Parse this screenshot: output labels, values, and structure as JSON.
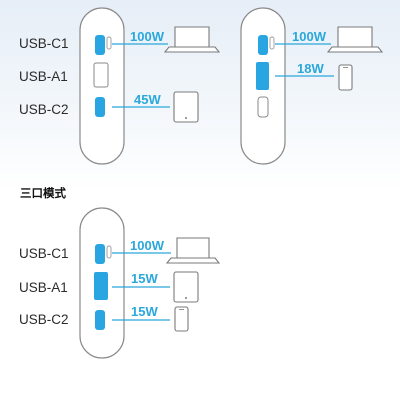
{
  "diagrams": [
    {
      "ports": [
        {
          "label": "USB-C1",
          "state": "active",
          "wattage": "100W",
          "device": "laptop"
        },
        {
          "label": "USB-A1",
          "state": "idle"
        },
        {
          "label": "USB-C2",
          "state": "active",
          "wattage": "45W",
          "device": "tablet"
        }
      ]
    },
    {
      "ports": [
        {
          "state": "active",
          "wattage": "100W",
          "device": "laptop"
        },
        {
          "state": "active",
          "wattage": "18W",
          "device": "phone"
        },
        {
          "state": "idle"
        }
      ]
    },
    {
      "heading": "三口模式",
      "ports": [
        {
          "label": "USB-C1",
          "state": "active",
          "wattage": "100W",
          "device": "laptop"
        },
        {
          "label": "USB-A1",
          "state": "active",
          "wattage": "15W",
          "device": "tablet"
        },
        {
          "label": "USB-C2",
          "state": "active",
          "wattage": "15W",
          "device": "phone"
        }
      ]
    }
  ],
  "colors": {
    "accent": "#2aa8dc",
    "port_active": "#29a6e1",
    "outline": "#8a8a8a",
    "text": "#2b2b2b"
  }
}
